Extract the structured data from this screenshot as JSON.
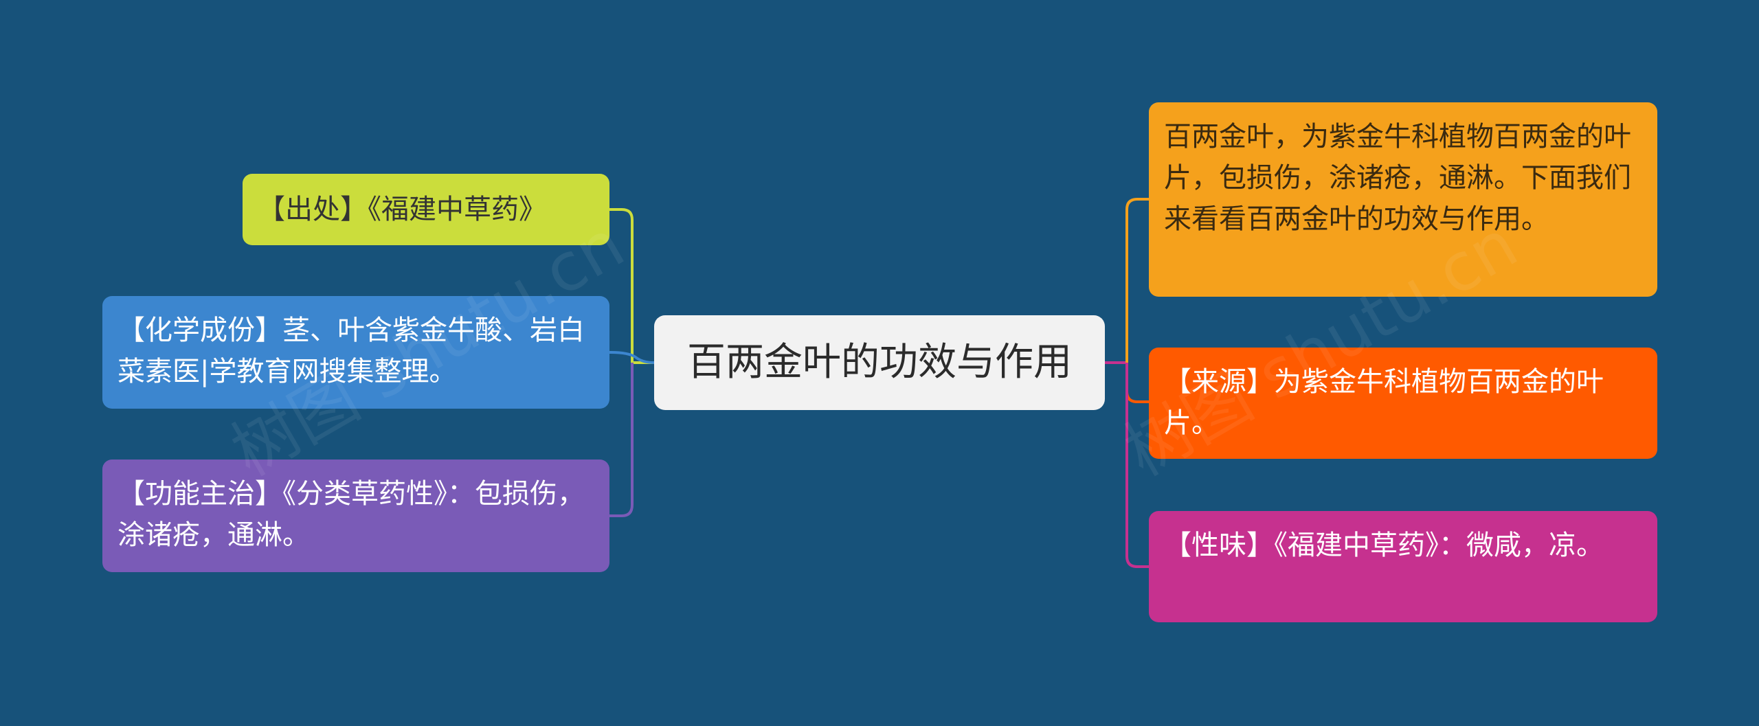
{
  "mindmap": {
    "center": "百两金叶的功效与作用",
    "left": [
      {
        "text": "【出处】《福建中草药》",
        "color": "#cbdd3c"
      },
      {
        "text": "【化学成份】茎、叶含紫金牛酸、岩白菜素医|学教育网搜集整理。",
        "color": "#3c86cf"
      },
      {
        "text": "【功能主治】《分类草药性》：包损伤，涂诸疮，通淋。",
        "color": "#7a5bb7"
      }
    ],
    "right": [
      {
        "text": "百两金叶，为紫金牛科植物百两金的叶片，包损伤，涂诸疮，通淋。下面我们来看看百两金叶的功效与作用。",
        "color": "#f5a11c"
      },
      {
        "text": "【来源】为紫金牛科植物百两金的叶片。",
        "color": "#ff5a00"
      },
      {
        "text": "【性味】《福建中草药》：微咸，凉。",
        "color": "#c6318f"
      }
    ]
  },
  "watermark": "树图 shutu.cn",
  "colors": {
    "background": "#17527a",
    "center_node": "#f2f2f2"
  }
}
